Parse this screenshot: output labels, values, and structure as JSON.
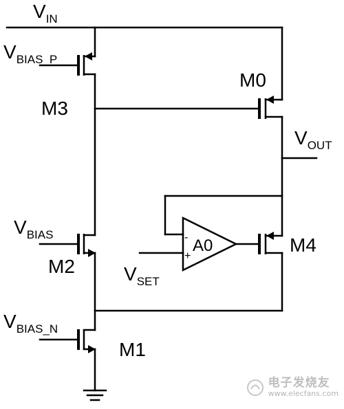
{
  "labels": {
    "vin": {
      "main": "V",
      "sub": "IN"
    },
    "vbias_p": {
      "main": "V",
      "sub": "BIAS_P"
    },
    "vbias": {
      "main": "V",
      "sub": "BIAS"
    },
    "vbias_n": {
      "main": "V",
      "sub": "BIAS_N"
    },
    "vout": {
      "main": "V",
      "sub": "OUT"
    },
    "vset": {
      "main": "V",
      "sub": "SET"
    }
  },
  "transistors": {
    "m0": "M0",
    "m1": "M1",
    "m2": "M2",
    "m3": "M3",
    "m4": "M4"
  },
  "opamp": {
    "name": "A0",
    "minus": "-",
    "plus": "+"
  },
  "watermark": {
    "title": "电子发烧友",
    "url": "www.elecfans.com"
  }
}
